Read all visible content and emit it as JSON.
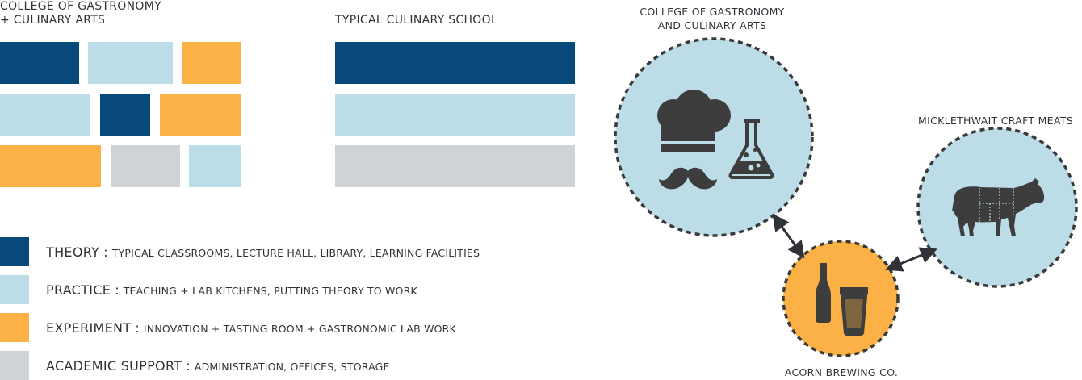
{
  "colors": {
    "theory": "#06497a",
    "practice": "#bcdde7",
    "experiment": "#fbb146",
    "support": "#d0d3d6",
    "icon": "#3d3d3d",
    "text": "#2f3338"
  },
  "left_heading": {
    "line1": "COLLEGE OF GASTRONOMY",
    "line2": "+ CULINARY ARTS"
  },
  "middle_heading": "TYPICAL CULINARY SCHOOL",
  "legend": [
    {
      "term": "THEORY",
      "desc": "TYPICAL CLASSROOMS, LECTURE HALL, LIBRARY, LEARNING FACILITIES",
      "color": "#06497a"
    },
    {
      "term": "PRACTICE",
      "desc": "TEACHING + LAB KITCHENS, PUTTING THEORY TO WORK",
      "color": "#bcdde7"
    },
    {
      "term": "EXPERIMENT",
      "desc": "INNOVATION + TASTING ROOM + GASTRONOMIC LAB WORK",
      "color": "#fbb146"
    },
    {
      "term": "ACADEMIC SUPPORT",
      "desc": "ADMINISTRATION, OFFICES, STORAGE",
      "color": "#d0d3d6"
    }
  ],
  "legend_separator": ":",
  "network": {
    "college": {
      "line1": "COLLEGE OF GASTRONOMY",
      "line2": "AND CULINARY ARTS",
      "icons": [
        "chef-hat-icon",
        "flask-icon",
        "mustache-icon"
      ]
    },
    "meats": {
      "label": "MICKLETHWAIT CRAFT MEATS",
      "icons": [
        "cow-icon"
      ]
    },
    "brewing": {
      "label": "ACORN BREWING CO.",
      "icons": [
        "bottle-icon",
        "pint-glass-icon"
      ]
    }
  }
}
